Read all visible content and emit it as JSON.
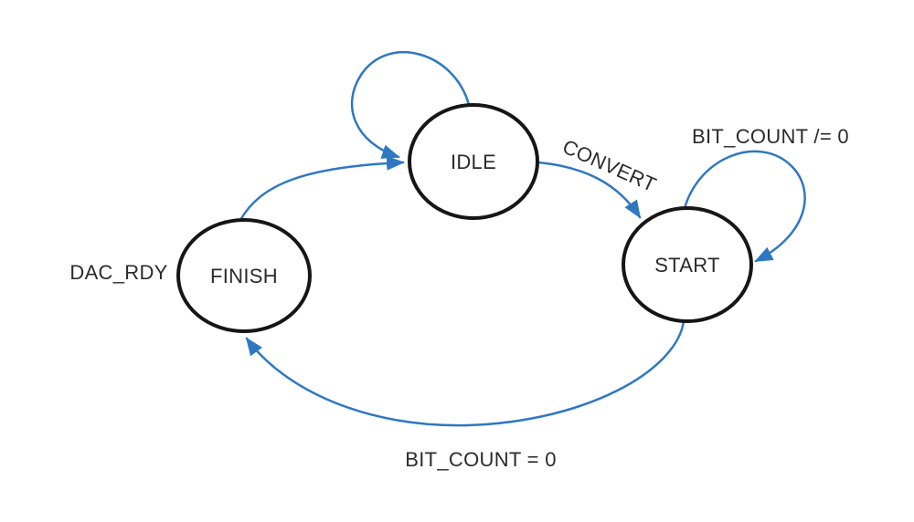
{
  "diagram": {
    "type": "state-machine",
    "background_color": "#ffffff",
    "colors": {
      "transition": "#2e78c2",
      "state_outline": "#161616",
      "state_fill": "#ffffff",
      "label_text": "#2b2b2b"
    },
    "states": [
      {
        "id": "idle",
        "label": "IDLE"
      },
      {
        "id": "start",
        "label": "START"
      },
      {
        "id": "finish",
        "label": "FINISH"
      }
    ],
    "transitions": [
      {
        "from": "idle",
        "to": "idle",
        "label": ""
      },
      {
        "from": "idle",
        "to": "start",
        "label": "CONVERT"
      },
      {
        "from": "start",
        "to": "start",
        "label": "BIT_COUNT /= 0"
      },
      {
        "from": "start",
        "to": "finish",
        "label": "BIT_COUNT = 0"
      },
      {
        "from": "finish",
        "to": "idle",
        "label": "DAC_RDY"
      }
    ]
  }
}
